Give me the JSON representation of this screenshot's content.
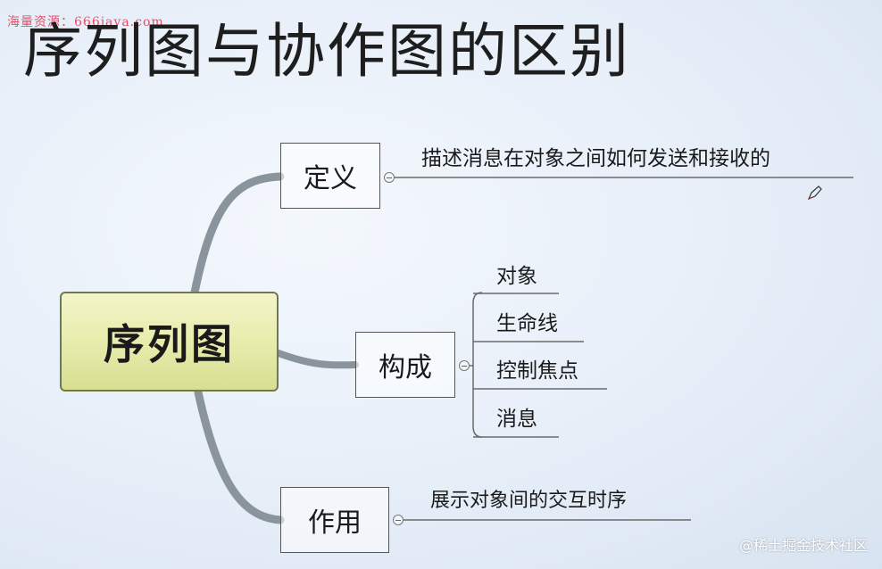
{
  "watermark_top": "海量资源：666java.com",
  "title": "序列图与协作图的区别",
  "root": {
    "label": "序列图"
  },
  "branches": {
    "definition": {
      "label": "定义",
      "detail": "描述消息在对象之间如何发送和接收的"
    },
    "composition": {
      "label": "构成",
      "items": [
        "对象",
        "生命线",
        "控制焦点",
        "消息"
      ]
    },
    "purpose": {
      "label": "作用",
      "detail": "展示对象间的交互时序"
    }
  },
  "watermark_bottom": "@稀土掘金技术社区",
  "colors": {
    "root_fill": "#e6ebaa",
    "root_border": "#6f7a4a",
    "connector": "#8a949c",
    "watermark_top": "#e2506a"
  },
  "icons": {
    "pen": "pen-cursor-icon",
    "collapse": "collapse-toggle-icon"
  }
}
